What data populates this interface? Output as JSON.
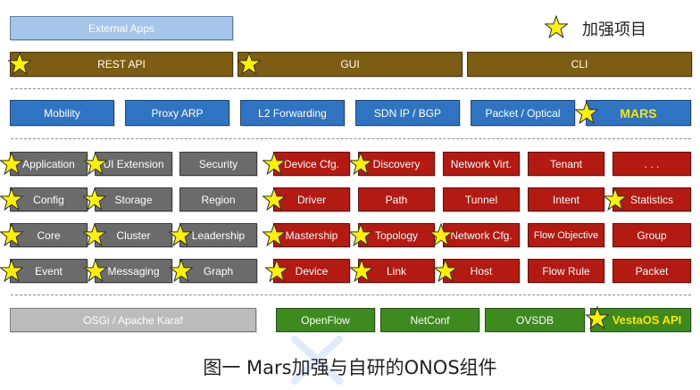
{
  "legend": {
    "icon": "star-icon",
    "text": "加强项目"
  },
  "external_apps": "External Apps",
  "interfaces": [
    "REST API",
    "GUI",
    "CLI"
  ],
  "apps": [
    "Mobility",
    "Proxy ARP",
    "L2 Forwarding",
    "SDN IP / BGP",
    "Packet / Optical",
    "MARS"
  ],
  "core_grid": [
    [
      "Application",
      "UI Extension",
      "Security",
      "Device Cfg.",
      "Discovery",
      "Network Virt.",
      "Tenant",
      ". . ."
    ],
    [
      "Config",
      "Storage",
      "Region",
      "Driver",
      "Path",
      "Tunnel",
      "Intent",
      "Statistics"
    ],
    [
      "Core",
      "Cluster",
      "Leadership",
      "Mastership",
      "Topology",
      "Network Cfg.",
      "Flow Objective",
      "Group"
    ],
    [
      "Event",
      "Messaging",
      "Graph",
      "Device",
      "Link",
      "Host",
      "Flow Rule",
      "Packet"
    ]
  ],
  "platform": "OSGi / Apache Karaf",
  "southbound": [
    "OpenFlow",
    "NetConf",
    "OVSDB",
    "VestaOS API"
  ],
  "caption": "图一 Mars加强与自研的ONOS组件",
  "colors": {
    "external": "#a5c5ea",
    "interface": "#7d5d13",
    "app": "#2f74c3",
    "core_gray": "#6b6b6b",
    "core_red": "#b21a12",
    "platform": "#bcbcbc",
    "southbound": "#3d8a1f",
    "star": "#fff200",
    "mars_text": "#ffe400"
  }
}
